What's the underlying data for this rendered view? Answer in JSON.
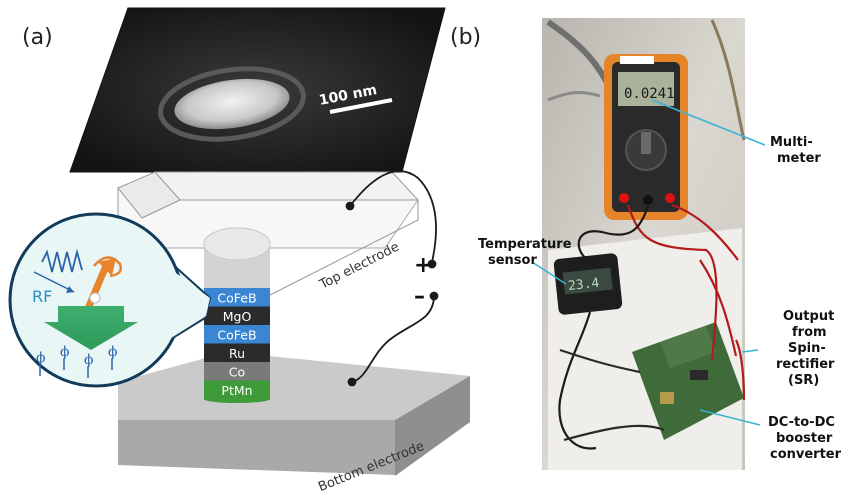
{
  "panels": {
    "a_label": "(a)",
    "b_label": "(b)"
  },
  "panel_a": {
    "scale_bar": "100 nm",
    "top_electrode": "Top electrode",
    "bottom_electrode": "Bottom electrode",
    "plus_sign": "+",
    "minus_sign": "–",
    "layers": [
      "CoFeB",
      "MgO",
      "CoFeB",
      "Ru",
      "Co",
      "PtMn"
    ],
    "layer_colors": [
      "#3a86d4",
      "#2b2b2b",
      "#3a86d4",
      "#2b2b2b",
      "#7a7a7a",
      "#3f9a3a"
    ],
    "inset": {
      "rf_label": "RF",
      "phi_symbols": [
        "ϕ",
        "ϕ",
        "ϕ",
        "ϕ"
      ]
    }
  },
  "panel_b": {
    "multimeter_line1": "Multi-",
    "multimeter_line2": "meter",
    "multimeter_reading": "0.0241",
    "temp_line1": "Temperature",
    "temp_line2": "sensor",
    "temp_reading": "23.4",
    "output_line1": "Output",
    "output_line2": "from",
    "output_line3": "Spin-",
    "output_line4": "rectifier",
    "output_line5": "(SR)",
    "booster_line1": "DC-to-DC",
    "booster_line2": "booster",
    "booster_line3": "converter"
  }
}
